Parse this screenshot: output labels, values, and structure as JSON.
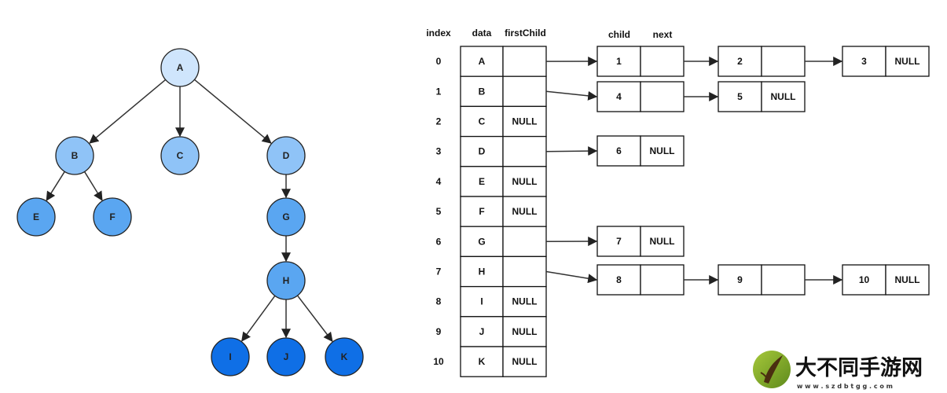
{
  "tree": {
    "nodes": [
      {
        "id": "A",
        "label": "A",
        "level": 0,
        "color": "#cfe5fc"
      },
      {
        "id": "B",
        "label": "B",
        "level": 1,
        "color": "#8fc3f7"
      },
      {
        "id": "C",
        "label": "C",
        "level": 1,
        "color": "#8fc3f7"
      },
      {
        "id": "D",
        "label": "D",
        "level": 1,
        "color": "#8fc3f7"
      },
      {
        "id": "E",
        "label": "E",
        "level": 2,
        "color": "#5aa6f1"
      },
      {
        "id": "F",
        "label": "F",
        "level": 2,
        "color": "#5aa6f1"
      },
      {
        "id": "G",
        "label": "G",
        "level": 2,
        "color": "#5aa6f1"
      },
      {
        "id": "H",
        "label": "H",
        "level": 3,
        "color": "#5aa6f1"
      },
      {
        "id": "I",
        "label": "I",
        "level": 4,
        "color": "#0f6fe6"
      },
      {
        "id": "J",
        "label": "J",
        "level": 4,
        "color": "#0f6fe6"
      },
      {
        "id": "K",
        "label": "K",
        "level": 4,
        "color": "#0f6fe6"
      }
    ],
    "edges": [
      [
        "A",
        "B"
      ],
      [
        "A",
        "C"
      ],
      [
        "A",
        "D"
      ],
      [
        "B",
        "E"
      ],
      [
        "B",
        "F"
      ],
      [
        "D",
        "G"
      ],
      [
        "G",
        "H"
      ],
      [
        "H",
        "I"
      ],
      [
        "H",
        "J"
      ],
      [
        "H",
        "K"
      ]
    ]
  },
  "table": {
    "headers": {
      "index": "index",
      "data": "data",
      "firstChild": "firstChild",
      "child": "child",
      "next": "next"
    },
    "rows": [
      {
        "index": "0",
        "data": "A",
        "firstChild": "",
        "children": [
          "1",
          "2",
          "3"
        ]
      },
      {
        "index": "1",
        "data": "B",
        "firstChild": "",
        "children": [
          "4",
          "5"
        ]
      },
      {
        "index": "2",
        "data": "C",
        "firstChild": "NULL",
        "children": []
      },
      {
        "index": "3",
        "data": "D",
        "firstChild": "",
        "children": [
          "6"
        ]
      },
      {
        "index": "4",
        "data": "E",
        "firstChild": "NULL",
        "children": []
      },
      {
        "index": "5",
        "data": "F",
        "firstChild": "NULL",
        "children": []
      },
      {
        "index": "6",
        "data": "G",
        "firstChild": "",
        "children": [
          "7"
        ]
      },
      {
        "index": "7",
        "data": "H",
        "firstChild": "",
        "children": [
          "8",
          "9",
          "10"
        ]
      },
      {
        "index": "8",
        "data": "I",
        "firstChild": "NULL",
        "children": []
      },
      {
        "index": "9",
        "data": "J",
        "firstChild": "NULL",
        "children": []
      },
      {
        "index": "10",
        "data": "K",
        "firstChild": "NULL",
        "children": []
      }
    ],
    "null_label": "NULL"
  },
  "watermark": {
    "title": "大不同手游网",
    "url": "w w w . s z d b t g g . c o m"
  }
}
